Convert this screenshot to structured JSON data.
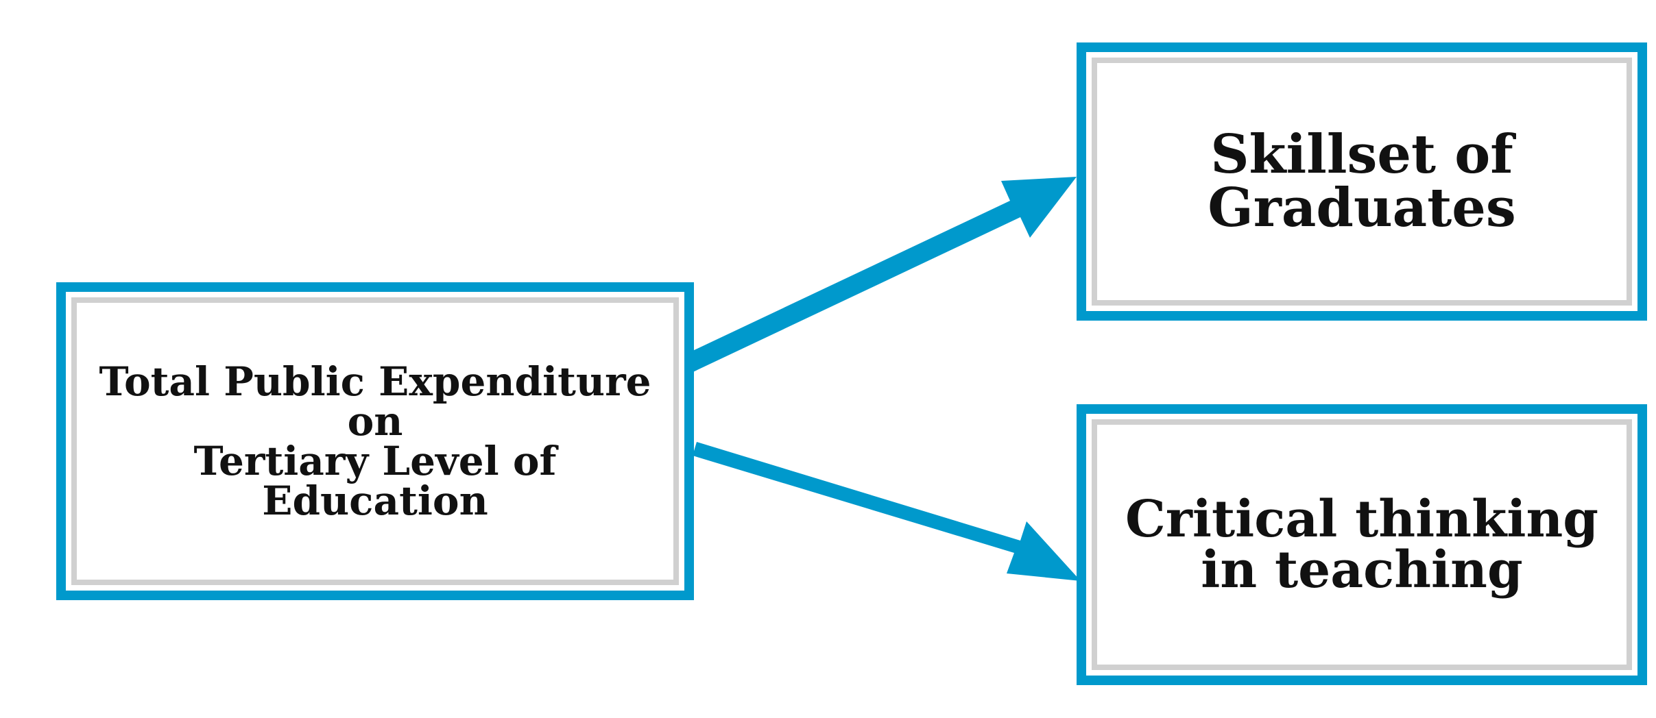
{
  "diagram": {
    "nodes": {
      "source": {
        "lines": [
          "Total Public Expenditure on",
          "Tertiary Level of Education"
        ]
      },
      "skillset": {
        "lines": [
          "Skillset of",
          "Graduates"
        ]
      },
      "critical": {
        "lines": [
          "Critical thinking",
          "in teaching"
        ]
      }
    },
    "edges": [
      {
        "from": "source",
        "to": "skillset"
      },
      {
        "from": "source",
        "to": "critical"
      }
    ],
    "colors": {
      "border": "#0099cc",
      "inner_border": "#d0d0d0",
      "text": "#111111"
    }
  }
}
